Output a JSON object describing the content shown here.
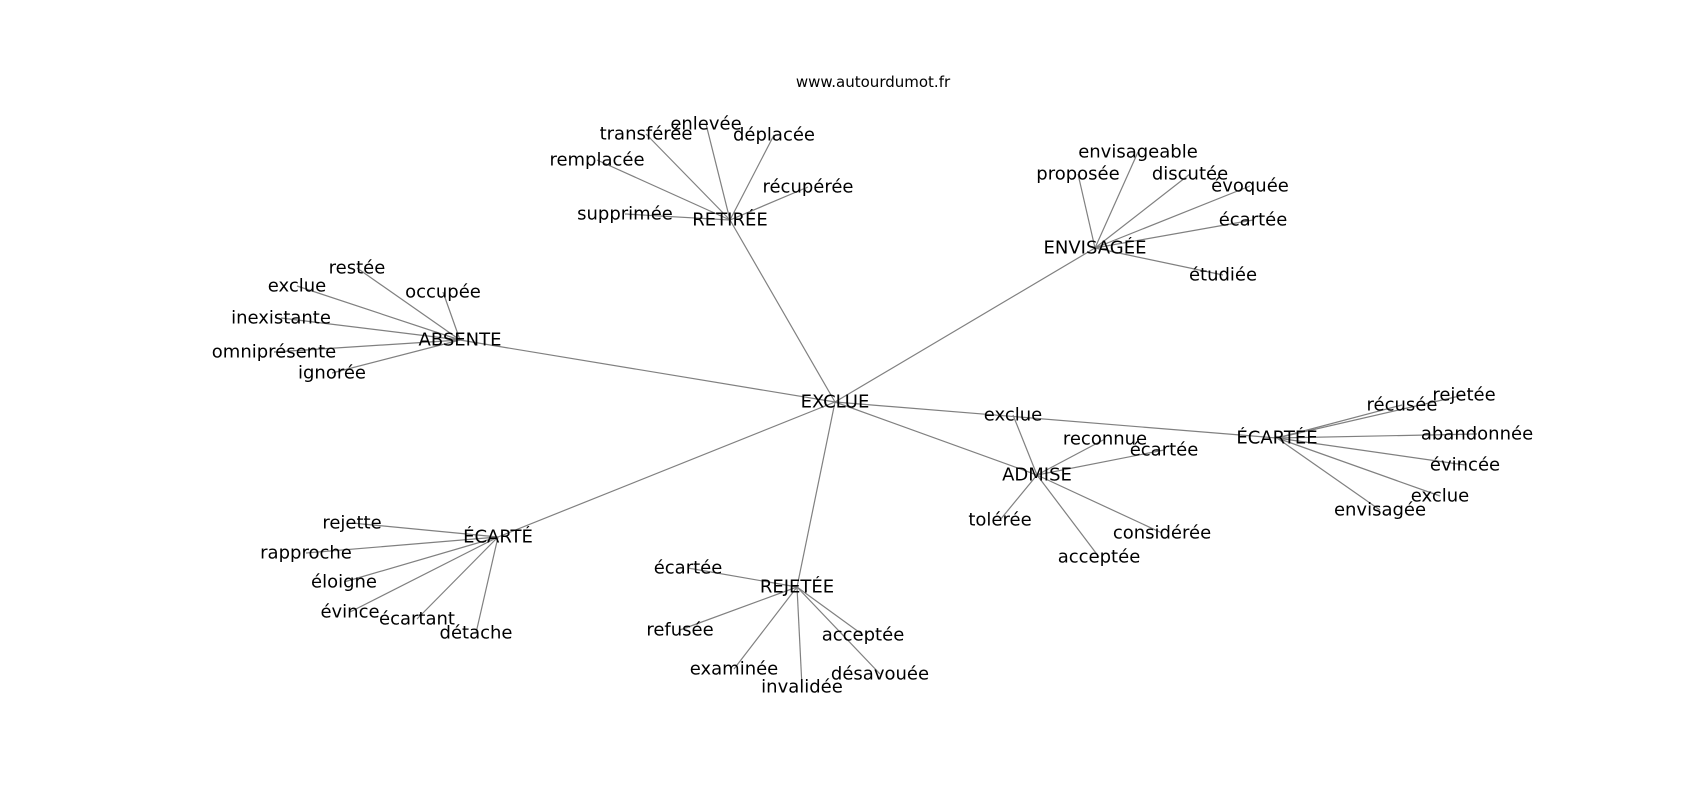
{
  "source_label": "www.autourdumot.fr",
  "colors": {
    "edge": "#808080",
    "text": "#000000",
    "background": "#ffffff"
  },
  "graph": {
    "center": "EXCLUE",
    "hubs": [
      {
        "label": "RETIRÉE",
        "leaves": [
          "transférée",
          "enlevée",
          "déplacée",
          "remplacée",
          "récupérée",
          "supprimée"
        ]
      },
      {
        "label": "ENVISAGÉE",
        "leaves": [
          "envisageable",
          "proposée",
          "discutée",
          "évoquée",
          "écartée",
          "étudiée"
        ]
      },
      {
        "label": "ABSENTE",
        "leaves": [
          "restée",
          "exclue",
          "occupée",
          "inexistante",
          "omniprésente",
          "ignorée"
        ]
      },
      {
        "label": "ÉCARTÉE",
        "leaves": [
          "récusée",
          "rejetée",
          "abandonnée",
          "évincée",
          "exclue",
          "envisagée"
        ]
      },
      {
        "label": "ADMISE",
        "leaves": [
          "reconnue",
          "écartée",
          "tolérée",
          "considérée",
          "acceptée",
          "exclue"
        ]
      },
      {
        "label": "ÉCARTÉ",
        "leaves": [
          "rejette",
          "rapproche",
          "éloigne",
          "évince",
          "écartant",
          "détache"
        ]
      },
      {
        "label": "REJETÉE",
        "leaves": [
          "écartée",
          "refusée",
          "acceptée",
          "examinée",
          "désavouée",
          "invalidée"
        ]
      }
    ]
  }
}
